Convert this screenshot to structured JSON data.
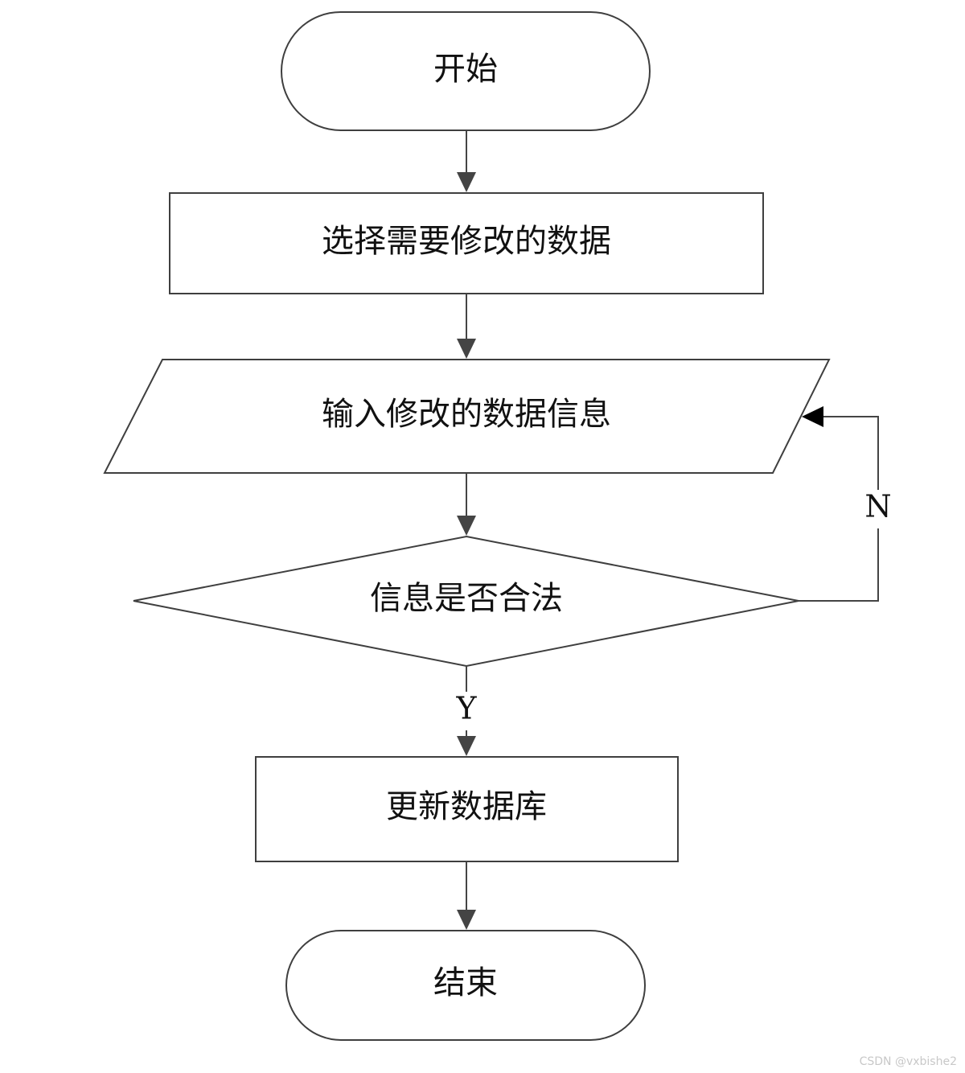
{
  "nodes": {
    "start": {
      "label": "开始"
    },
    "select_data": {
      "label": "选择需要修改的数据"
    },
    "input_info": {
      "label": "输入修改的数据信息"
    },
    "validate": {
      "label": "信息是否合法"
    },
    "update_db": {
      "label": "更新数据库"
    },
    "end": {
      "label": "结束"
    }
  },
  "edges": {
    "yes_label": "Y",
    "no_label": "N"
  },
  "watermark": "CSDN @vxbishe2",
  "colors": {
    "stroke": "#3f3f3f",
    "arrow": "#444444",
    "text": "#111111",
    "watermark": "#c8c8c8"
  }
}
